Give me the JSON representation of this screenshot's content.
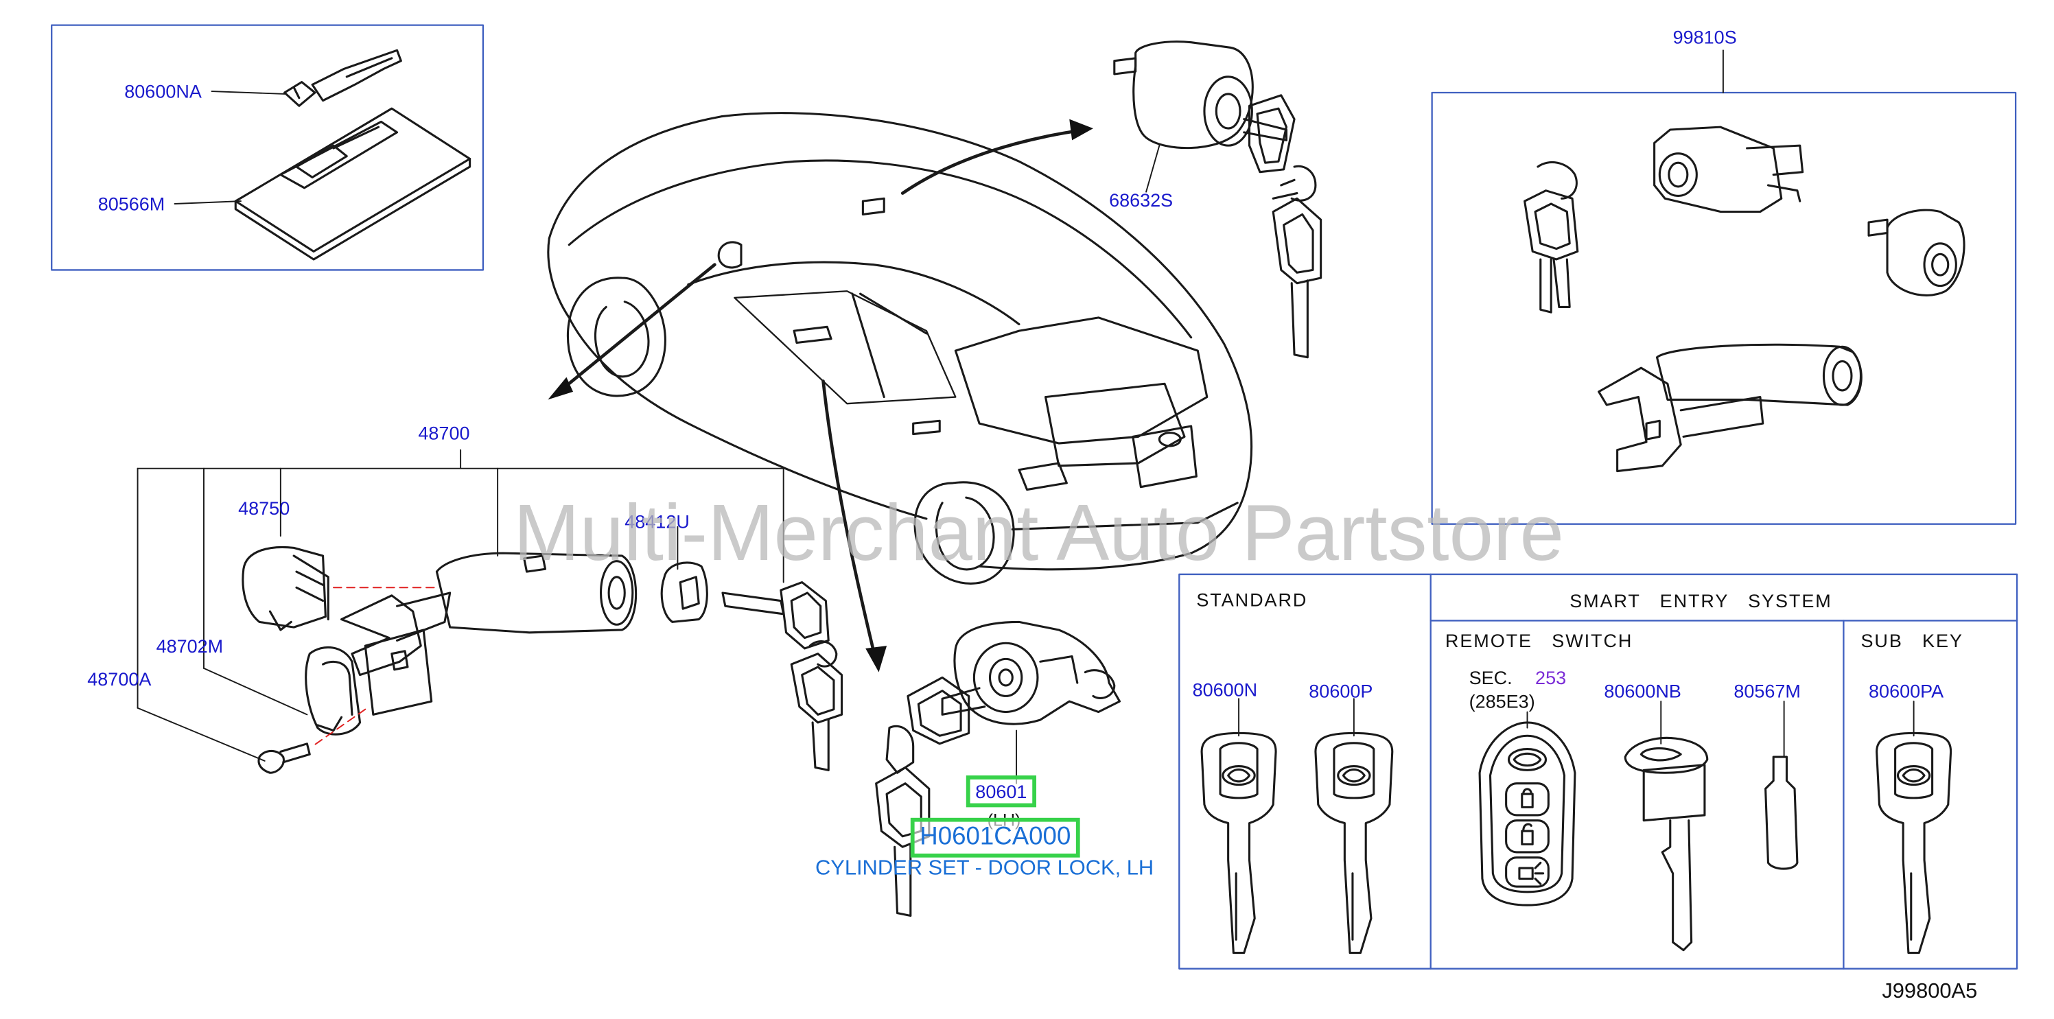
{
  "watermark": "Multi-Merchant Auto Partstore",
  "diagram_code": "J99800A5",
  "parts": {
    "p80600NA": "80600NA",
    "p80566M": "80566M",
    "p68632S": "68632S",
    "p99810S": "99810S",
    "p48700": "48700",
    "p48750": "48750",
    "p48412U": "48412U",
    "p48702M": "48702M",
    "p48700A": "48700A",
    "p80601": "80601",
    "lh": "(LH)",
    "oem_code": "H0601CA000",
    "description": "CYLINDER SET - DOOR LOCK, LH"
  },
  "key_table": {
    "standard_header": "STANDARD",
    "smart_header": "SMART   ENTRY   SYSTEM",
    "remote_header": "REMOTE   SWITCH",
    "subkey_header": "SUB   KEY",
    "p80600N": "80600N",
    "p80600P": "80600P",
    "sec_label": "SEC.",
    "sec_number": "253",
    "sec_code": "(285E3)",
    "p80600NB": "80600NB",
    "p80567M": "80567M",
    "p80600PA": "80600PA"
  }
}
